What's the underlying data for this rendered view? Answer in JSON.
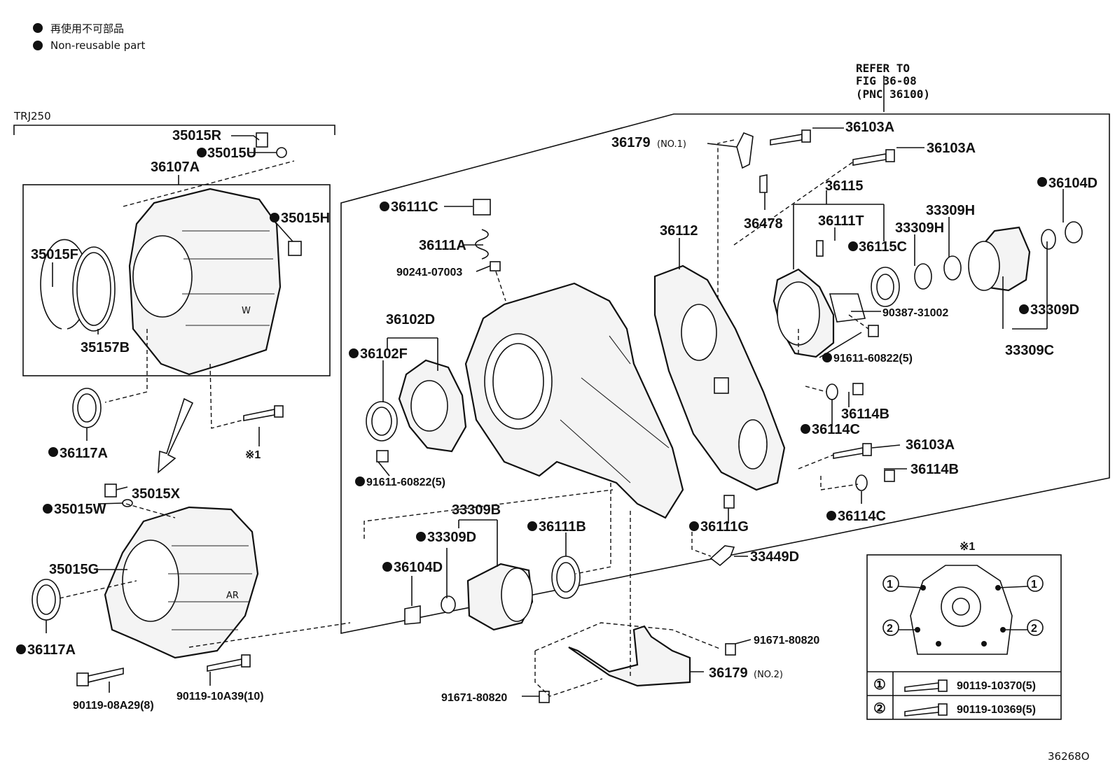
{
  "legend": {
    "line1": "再使用不可部品",
    "line2": "Non-reusable part"
  },
  "variant_label": "TRJ250",
  "refer": {
    "line1": "REFER TO",
    "line2": "FIG 36-08",
    "line3": "(PNC 36100)"
  },
  "figure_number": "36268O",
  "inset": {
    "title": "※1",
    "row1": {
      "marker": "①",
      "part": "90119-10370(5)"
    },
    "row2": {
      "marker": "②",
      "part": "90119-10369(5)"
    }
  },
  "parts": [
    {
      "text": "35015R"
    },
    {
      "text": "35015U"
    },
    {
      "text": "36107A"
    },
    {
      "text": "35015H"
    },
    {
      "text": "35015F"
    },
    {
      "text": "35157B"
    },
    {
      "text": "36117A"
    },
    {
      "text": "※1"
    },
    {
      "text": "35015X"
    },
    {
      "text": "35015W"
    },
    {
      "text": "35015G"
    },
    {
      "text": "36117A"
    },
    {
      "text": "90119-08A29(8)"
    },
    {
      "text": "90119-10A39(10)"
    },
    {
      "text": "36179"
    },
    {
      "text": "36103A"
    },
    {
      "text": "36103A"
    },
    {
      "text": "36478"
    },
    {
      "text": "36111C"
    },
    {
      "text": "36111A"
    },
    {
      "text": "90241-07003"
    },
    {
      "text": "36112"
    },
    {
      "text": "36115"
    },
    {
      "text": "36111T"
    },
    {
      "text": "36115C"
    },
    {
      "text": "33309H"
    },
    {
      "text": "33309H"
    },
    {
      "text": "36104D"
    },
    {
      "text": "90387-31002"
    },
    {
      "text": "33309D"
    },
    {
      "text": "33309C"
    },
    {
      "text": "91611-60822(5)"
    },
    {
      "text": "36102D"
    },
    {
      "text": "36102F"
    },
    {
      "text": "91611-60822(5)"
    },
    {
      "text": "36114B"
    },
    {
      "text": "36114C"
    },
    {
      "text": "36103A"
    },
    {
      "text": "36114B"
    },
    {
      "text": "36114C"
    },
    {
      "text": "33309B"
    },
    {
      "text": "33309D"
    },
    {
      "text": "36111B"
    },
    {
      "text": "36104D"
    },
    {
      "text": "36111G"
    },
    {
      "text": "33449D"
    },
    {
      "text": "91671-80820"
    },
    {
      "text": "36179"
    },
    {
      "text": "91671-80820"
    }
  ],
  "subnotes": {
    "no1": "(NO.1)",
    "no2": "(NO.2)"
  }
}
